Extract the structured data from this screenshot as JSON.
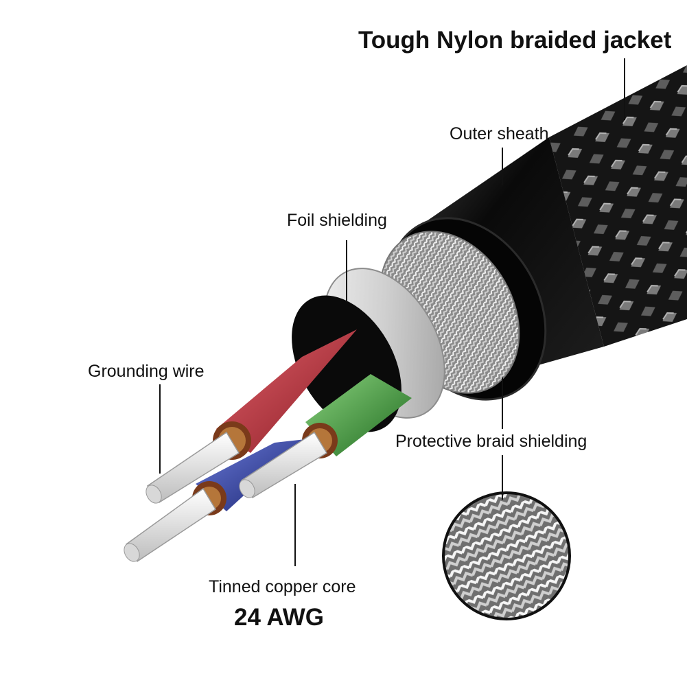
{
  "labels": {
    "jacket": "Tough Nylon braided jacket",
    "outer_sheath": "Outer sheath",
    "foil": "Foil shielding",
    "grounding": "Grounding wire",
    "braid": "Protective braid shielding",
    "core": "Tinned copper core",
    "gauge": "24 AWG"
  },
  "colors": {
    "jacket": "#1a1a1a",
    "sheath": "#0c0c0c",
    "braid": "#c8c8c8",
    "foil": "#dcdcdc",
    "wire_red": "#c0303a",
    "wire_green": "#3a9a38",
    "wire_blue": "#2a3a9a",
    "copper": "#b5763a",
    "tinned": "#e4e4e4"
  }
}
